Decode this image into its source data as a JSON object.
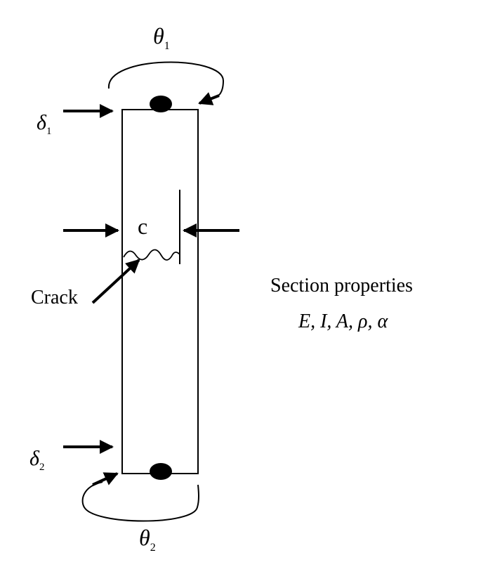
{
  "labels": {
    "theta_top": {
      "symbol": "θ",
      "subscript": "1"
    },
    "theta_bottom": {
      "symbol": "θ",
      "subscript": "2"
    },
    "delta_top": {
      "symbol": "δ",
      "subscript": "1"
    },
    "delta_bottom": {
      "symbol": "δ",
      "subscript": "2"
    },
    "crack_depth": "c",
    "crack": "Crack",
    "section_title": "Section properties",
    "section_symbols": "E, I, A, ρ, α"
  },
  "colors": {
    "stroke": "#000000",
    "background": "#ffffff"
  }
}
